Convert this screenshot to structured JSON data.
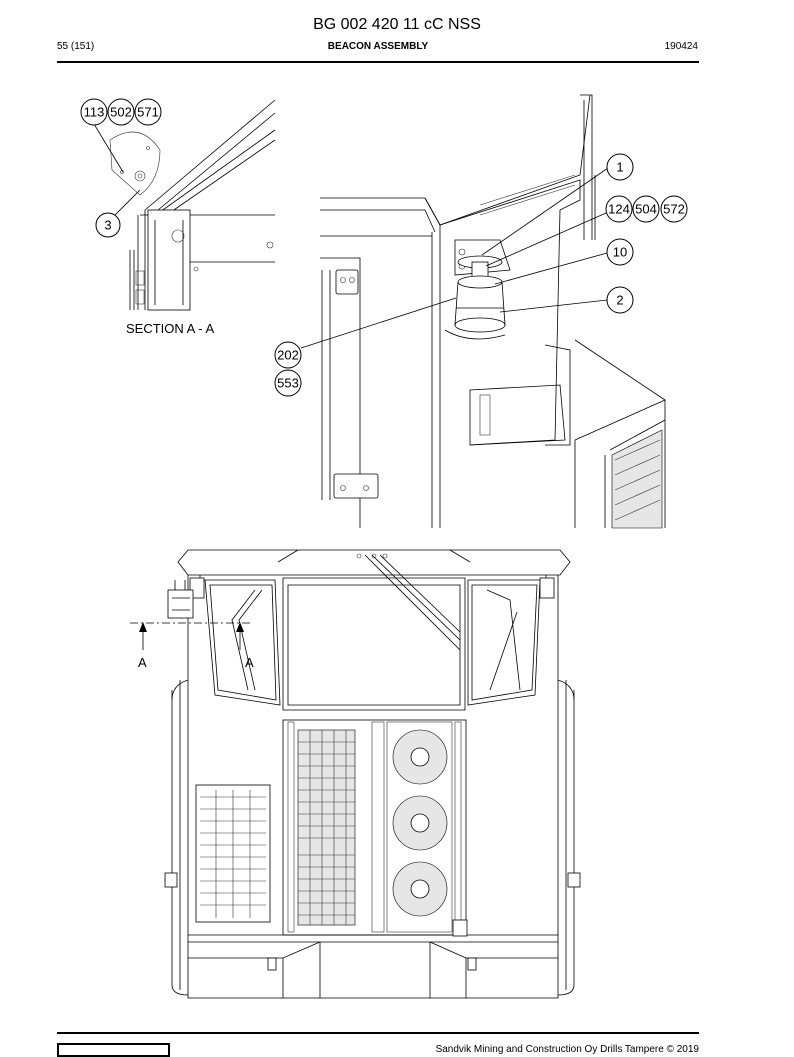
{
  "header": {
    "doc_id": "BG 002 420 11 cC NSS",
    "page_ref": "55 (151)",
    "title": "BEACON ASSEMBLY",
    "date_code": "190424"
  },
  "callouts": {
    "c113": "113",
    "c502": "502",
    "c571": "571",
    "c3": "3",
    "c1": "1",
    "c124": "124",
    "c504": "504",
    "c572": "572",
    "c10": "10",
    "c2": "2",
    "c202": "202",
    "c553": "553"
  },
  "section_label": "SECTION A - A",
  "section_markers": {
    "left": "A",
    "right": "A"
  },
  "footer": {
    "copyright": "Sandvik Mining and Construction Oy Drills Tampere © 2019"
  }
}
